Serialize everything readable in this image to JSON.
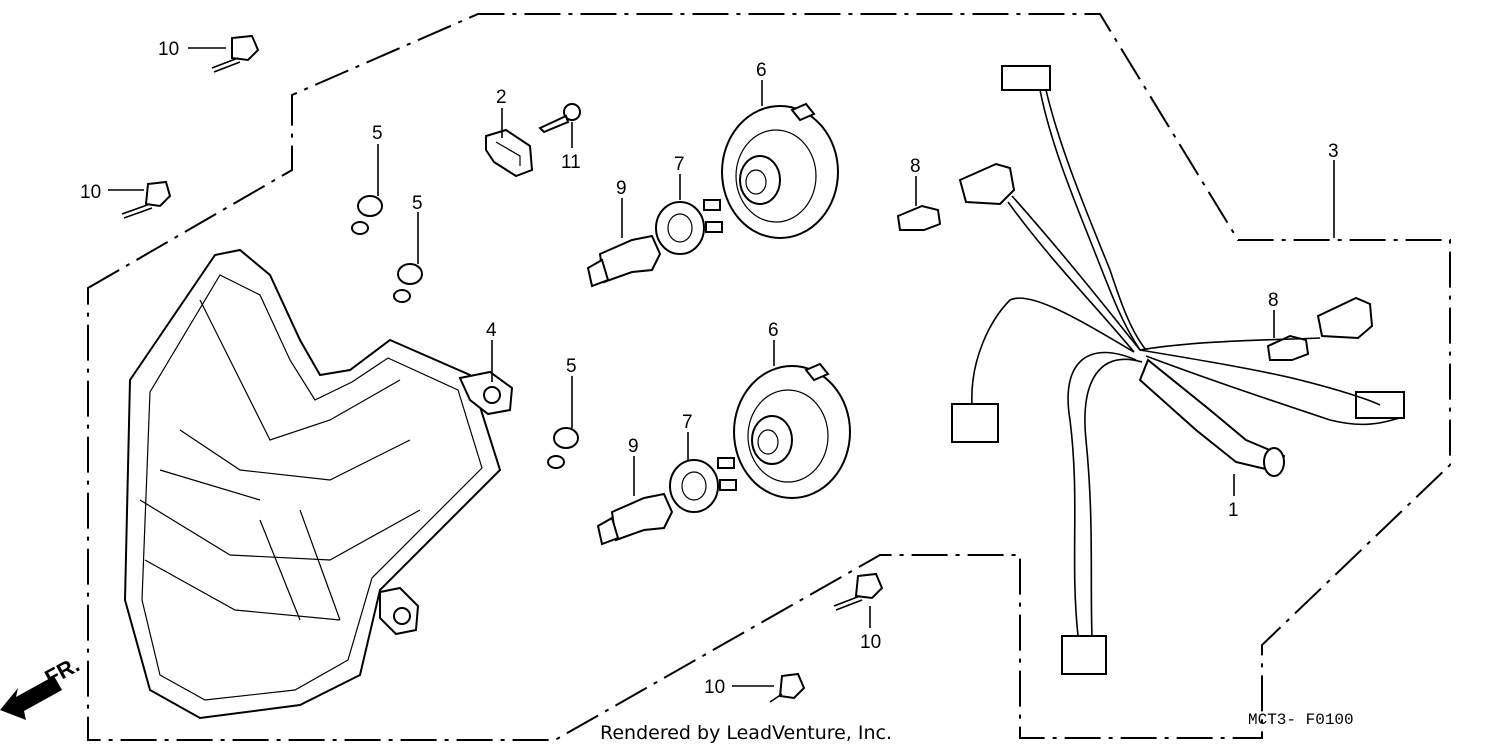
{
  "callouts": [
    {
      "number": "10"
    },
    {
      "number": "10"
    },
    {
      "number": "2"
    },
    {
      "number": "11"
    },
    {
      "number": "5"
    },
    {
      "number": "5"
    },
    {
      "number": "5"
    },
    {
      "number": "4"
    },
    {
      "number": "6"
    },
    {
      "number": "6"
    },
    {
      "number": "7"
    },
    {
      "number": "7"
    },
    {
      "number": "9"
    },
    {
      "number": "9"
    },
    {
      "number": "8"
    },
    {
      "number": "8"
    },
    {
      "number": "3"
    },
    {
      "number": "1"
    },
    {
      "number": "10"
    },
    {
      "number": "10"
    }
  ],
  "front_indicator": "FR.",
  "diagram_code": "MCT3- F0100",
  "credit": "Rendered by LeadVenture, Inc."
}
